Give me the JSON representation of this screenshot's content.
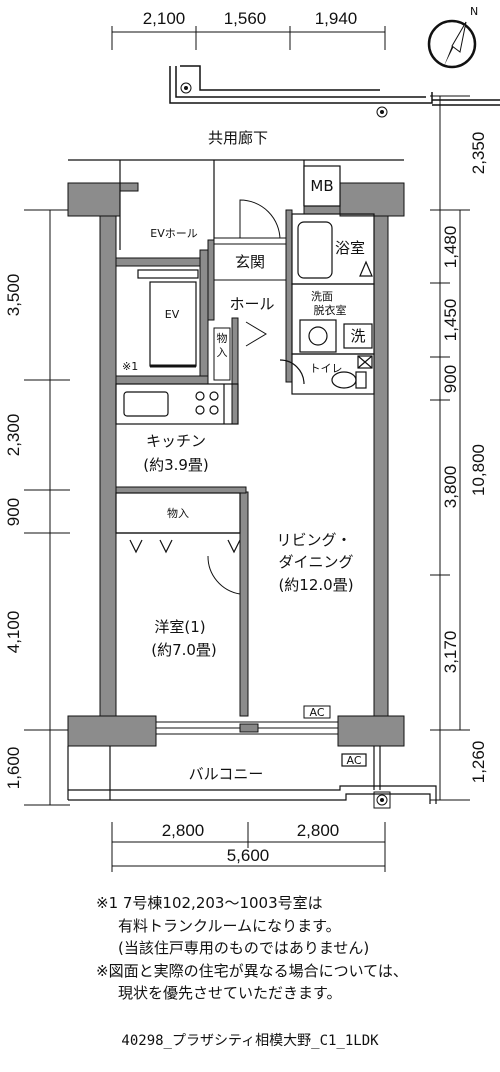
{
  "plan": {
    "top_dims": [
      "2,100",
      "1,560",
      "1,940"
    ],
    "bottom_dims": [
      "2,800",
      "2,800"
    ],
    "bottom_total": "5,600",
    "left_dims": [
      "3,500",
      "2,300",
      "900",
      "4,100",
      "1,600"
    ],
    "right_dims": [
      "2,350",
      "1,480",
      "1,450",
      "900",
      "3,800",
      "3,170",
      "1,260"
    ],
    "right_total": "10,800",
    "north_mark": "N",
    "rooms": {
      "corridor": "共用廊下",
      "mb": "MB",
      "ev_hall": "EVホール",
      "ev": "EV",
      "note_mark": "※1",
      "entrance": "玄関",
      "bathroom": "浴室",
      "hall": "ホール",
      "washroom_line1": "洗面",
      "washroom_line2": "脱衣室",
      "washer": "洗",
      "storage_small": "物入",
      "toilet": "トイレ",
      "kitchen_line1": "キッチン",
      "kitchen_line2": "(約3.9畳)",
      "storage": "物入",
      "living_line1": "リビング・",
      "living_line2": "ダイニング",
      "living_line3": "(約12.0畳)",
      "western_line1": "洋室(1)",
      "western_line2": "(約7.0畳)",
      "ac1": "AC",
      "ac2": "AC",
      "balcony": "バルコニー"
    }
  },
  "notes": [
    "※1 7号棟102,203～1003号室は",
    "有料トランクルームになります。",
    "(当該住戸専用のものではありません)",
    "※図面と実際の住宅が異なる場合については、",
    "現状を優先させていただきます。"
  ],
  "footer": "40298_プラザシティ相模大野_C1_1LDK"
}
